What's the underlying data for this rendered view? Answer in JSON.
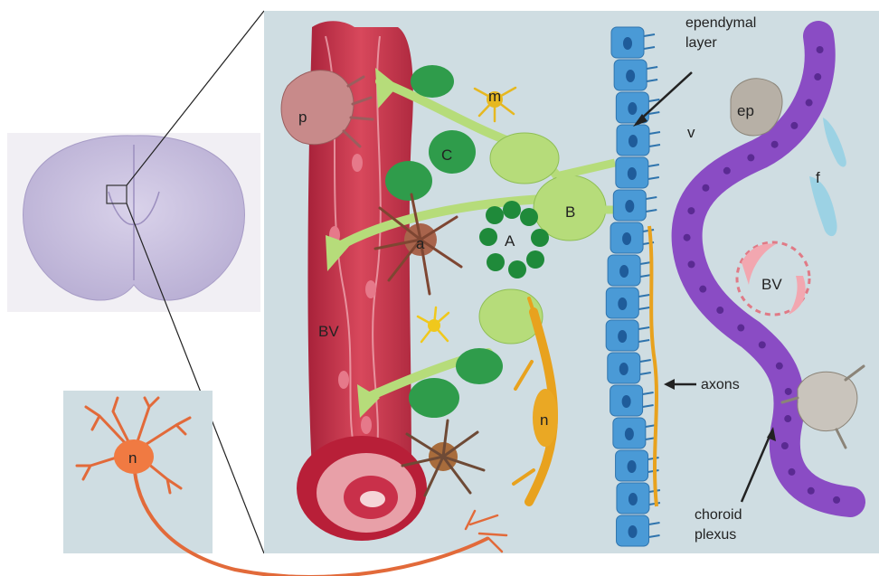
{
  "labels": {
    "p": "p",
    "m": "m",
    "c": "C",
    "b": "B",
    "a": "a",
    "A": "A",
    "bv_vessel": "BV",
    "bv_plexus": "BV",
    "n_main": "n",
    "n_inset": "n",
    "v": "v",
    "ep": "ep",
    "f": "f"
  },
  "annotations": {
    "ependymal_line1": "ependymal",
    "ependymal_line2": "layer",
    "axons": "axons",
    "choroid_line1": "choroid",
    "choroid_line2": "plexus"
  },
  "colors": {
    "panel_bg": "#cfdde2",
    "blood_vessel": "#c8344a",
    "pericyte": "#c88a8a",
    "type_b_cell": "#b6dc7a",
    "type_c_cell": "#2f9c4b",
    "type_a_cell": "#1f8a3a",
    "astrocyte": "#a8644c",
    "microglia": "#e6b820",
    "neuron": "#e26a3a",
    "ependymal": "#4a9ad6",
    "choroid_plexus": "#8a4cc4",
    "epiplexus_cell": "#b7b0a6",
    "fibroblast": "#9cd2e4",
    "axon": "#e8a21e"
  }
}
